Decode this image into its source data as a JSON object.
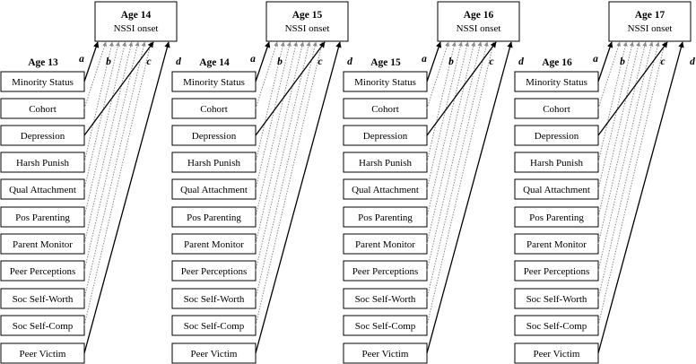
{
  "panels": [
    {
      "predictor_age": "Age 13",
      "outcome_age": "Age 14",
      "outcome_label": "NSSI onset"
    },
    {
      "predictor_age": "Age 14",
      "outcome_age": "Age 15",
      "outcome_label": "NSSI onset"
    },
    {
      "predictor_age": "Age 15",
      "outcome_age": "Age 16",
      "outcome_label": "NSSI onset"
    },
    {
      "predictor_age": "Age 16",
      "outcome_age": "Age 17",
      "outcome_label": "NSSI onset"
    }
  ],
  "predictors": [
    "Minority Status",
    "Cohort",
    "Depression",
    "Harsh Punish",
    "Qual Attachment",
    "Pos Parenting",
    "Parent Monitor",
    "Peer Perceptions",
    "Soc Self-Worth",
    "Soc Self-Comp",
    "Peer Victim"
  ],
  "path_labels": [
    "a",
    "b",
    "c",
    "d"
  ],
  "path_styles": {
    "solid_rows": [
      0,
      2,
      10
    ],
    "dotted_rows": [
      1,
      3,
      4,
      5,
      6,
      7,
      8,
      9
    ],
    "solid_color": "#000000",
    "dotted_color": "#8a8a8a"
  }
}
